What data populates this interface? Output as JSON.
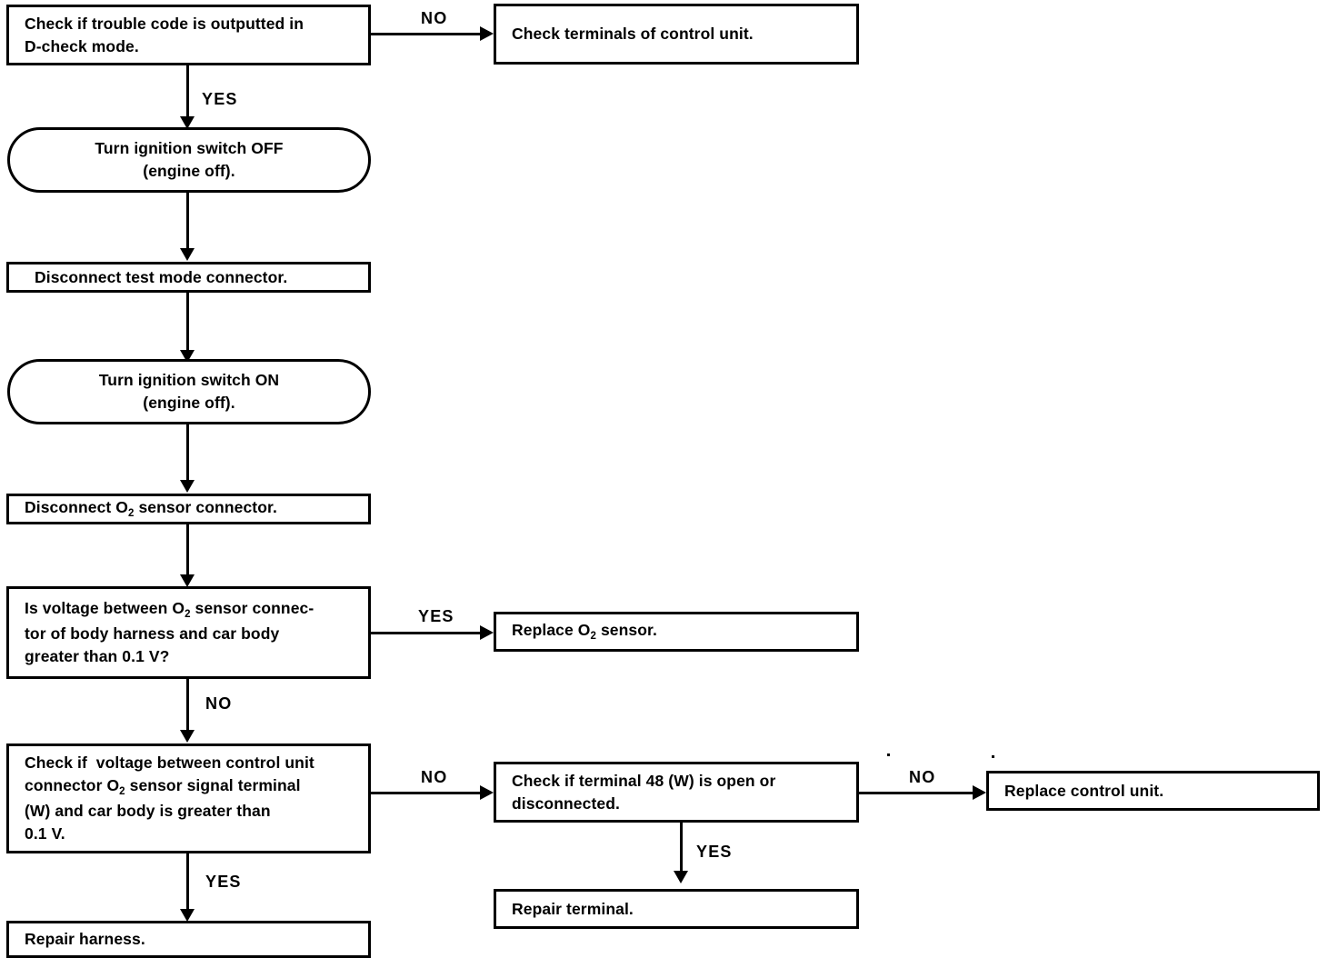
{
  "document": {
    "title": "O2 Sensor Diagnostic Flow Chart",
    "type": "flowchart",
    "ink_color": "#000000",
    "background_color": "#ffffff"
  },
  "nodes": [
    {
      "id": "check-trouble-code",
      "shape": "rect",
      "lines": [
        "Check if trouble code is outputted in",
        "D-check mode."
      ]
    },
    {
      "id": "check-terminals",
      "shape": "rect",
      "lines": [
        "Check terminals of control unit."
      ]
    },
    {
      "id": "ignition-off",
      "shape": "stadium",
      "lines": [
        "Turn ignition switch OFF",
        "(engine off)."
      ]
    },
    {
      "id": "disconnect-test-mode",
      "shape": "rect",
      "lines": [
        "Disconnect test mode connector."
      ]
    },
    {
      "id": "ignition-on",
      "shape": "stadium",
      "lines": [
        "Turn ignition switch ON",
        "(engine off)."
      ]
    },
    {
      "id": "disconnect-o2",
      "shape": "rect",
      "lines_html": [
        "Disconnect O<sub>2</sub> sensor connector."
      ]
    },
    {
      "id": "voltage-question",
      "shape": "rect",
      "lines_html": [
        "Is voltage between O<sub>2</sub> sensor connec-",
        "tor of body harness and car body",
        "greater than 0.1 V?"
      ]
    },
    {
      "id": "replace-o2-sensor",
      "shape": "rect",
      "lines_html": [
        "Replace O<sub>2</sub> sensor."
      ]
    },
    {
      "id": "check-control-unit-voltage",
      "shape": "rect",
      "lines_html": [
        "Check if  voltage between control unit",
        "connector O<sub>2</sub> sensor signal terminal",
        "(W) and car body is greater than",
        "0.1 V."
      ]
    },
    {
      "id": "check-terminal-48",
      "shape": "rect",
      "lines": [
        "Check if terminal 48 (W) is open or",
        "disconnected."
      ]
    },
    {
      "id": "replace-control-unit",
      "shape": "rect",
      "lines": [
        "Replace control unit."
      ]
    },
    {
      "id": "repair-terminal",
      "shape": "rect",
      "lines": [
        "Repair terminal."
      ]
    },
    {
      "id": "repair-harness",
      "shape": "rect",
      "lines": [
        "Repair harness."
      ]
    }
  ],
  "edges": [
    {
      "id": "e1",
      "from": "check-trouble-code",
      "to": "check-terminals",
      "label": "NO"
    },
    {
      "id": "e2",
      "from": "check-trouble-code",
      "to": "ignition-off",
      "label": "YES"
    },
    {
      "id": "e3",
      "from": "ignition-off",
      "to": "disconnect-test-mode",
      "label": ""
    },
    {
      "id": "e4",
      "from": "disconnect-test-mode",
      "to": "ignition-on",
      "label": ""
    },
    {
      "id": "e5",
      "from": "ignition-on",
      "to": "disconnect-o2",
      "label": ""
    },
    {
      "id": "e6",
      "from": "disconnect-o2",
      "to": "voltage-question",
      "label": ""
    },
    {
      "id": "e7",
      "from": "voltage-question",
      "to": "replace-o2-sensor",
      "label": "YES"
    },
    {
      "id": "e8",
      "from": "voltage-question",
      "to": "check-control-unit-voltage",
      "label": "NO"
    },
    {
      "id": "e9",
      "from": "check-control-unit-voltage",
      "to": "check-terminal-48",
      "label": "NO"
    },
    {
      "id": "e10",
      "from": "check-control-unit-voltage",
      "to": "repair-harness",
      "label": "YES"
    },
    {
      "id": "e11",
      "from": "check-terminal-48",
      "to": "replace-control-unit",
      "label": "NO"
    },
    {
      "id": "e12",
      "from": "check-terminal-48",
      "to": "repair-terminal",
      "label": "YES"
    }
  ],
  "labels": {
    "no_1": "NO",
    "yes_1": "YES",
    "no_2": "NO",
    "yes_2": "YES",
    "no_3": "NO",
    "yes_3": "YES",
    "no_4": "NO",
    "yes_4": "YES"
  },
  "text": {
    "n0_l0": "Check if trouble code is outputted in",
    "n0_l1": "D-check mode.",
    "n1_l0": "Check terminals of control unit.",
    "n2_l0": "Turn ignition switch OFF",
    "n2_l1": "(engine off).",
    "n3_l0": "Disconnect test mode connector.",
    "n4_l0": "Turn ignition switch ON",
    "n4_l1": "(engine off).",
    "n6_l0": "tor of body harness and car body",
    "n6_l1": "greater than 0.1 V?",
    "n8_l0": "Check if  voltage between control unit",
    "n8_l2": "(W) and car body is greater than",
    "n8_l3": "0.1 V.",
    "n9_l0": "Check if terminal 48 (W) is open or",
    "n9_l1": "disconnected.",
    "n10_l0": "Replace control unit.",
    "n11_l0": "Repair terminal.",
    "n12_l0": "Repair harness."
  }
}
